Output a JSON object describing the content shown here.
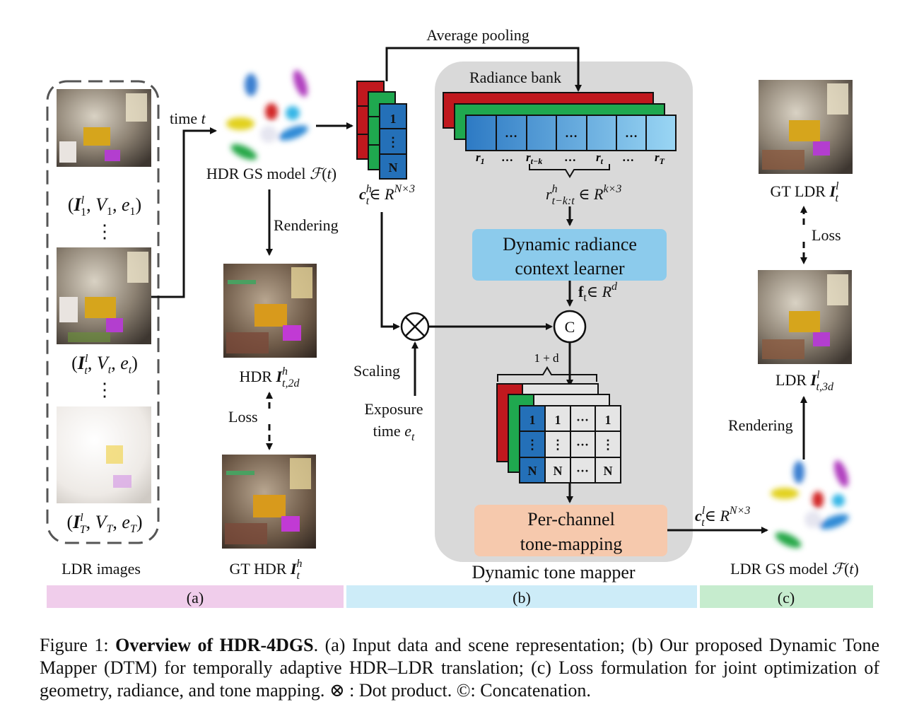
{
  "labels": {
    "average_pooling": "Average pooling",
    "radiance_bank": "Radiance bank",
    "time_t": "time t",
    "hdr_gs_model": "HDR GS model ℱ(t)",
    "rendering_left": "Rendering",
    "hdr_image": "HDR Iₕ t,2d",
    "loss_left": "Loss",
    "gt_hdr": "GT HDR Iʰt",
    "ldr_images": "LDR images",
    "tuple_1": "(Iˡ₁, V₁, e₁)",
    "tuple_t": "(Iˡt, Vt, et)",
    "tuple_T": "(IˡT, VT, eT)",
    "color_hdr": "cʰt ∈ R^{N×3}",
    "scaling": "Scaling",
    "exposure_1": "Exposure",
    "exposure_2": "time eₜ",
    "radiance_window": "rʰ t−k:t ∈ R^{k×3}",
    "dynamic_learner_1": "Dynamic radiance",
    "dynamic_learner_2": "context learner",
    "feature": "fₜ ∈ R^d",
    "concat": "C",
    "one_plus_d": "1 + d",
    "per_channel_1": "Per-channel",
    "per_channel_2": "tone-mapping",
    "dynamic_tone_mapper": "Dynamic tone mapper",
    "color_ldr": "cˡt ∈ R^{N×3}",
    "ldr_gs_model": "LDR GS model ℱ(t)",
    "gt_ldr": "GT LDR Iˡt",
    "loss_right": "Loss",
    "ldr_image": "LDR Iˡ t,3d",
    "rendering_right": "Rendering",
    "bank_r1": "r₁",
    "bank_rtk": "r t−k",
    "bank_rt": "r t",
    "bank_rT": "r T",
    "dots": "…",
    "cell_1": "1",
    "cell_N": "N",
    "cell_vdots": "⋮",
    "cell_hdots": "···",
    "vdots": "⋮"
  },
  "sections": [
    {
      "label": "(a)",
      "color": "#f0cdeb"
    },
    {
      "label": "(b)",
      "color": "#cdecf8"
    },
    {
      "label": "(c)",
      "color": "#c6ecce"
    }
  ],
  "caption": {
    "prefix": "Figure 1: ",
    "title": "Overview of HDR-4DGS",
    "body": ". (a) Input data and scene representation; (b) Our proposed Dynamic Tone Mapper (DTM) for temporally adaptive HDR–LDR translation; (c) Loss formulation for joint optimization of geometry, radiance, and tone mapping. ⊗ : Dot product. ©: Concatenation."
  },
  "colors": {
    "panel": "#d9d9d9",
    "learner_box": "#8ccbec",
    "tone_box": "#f6c9ad",
    "red": "#c0181e",
    "green": "#1fa84f",
    "blue": "#2470b8"
  }
}
